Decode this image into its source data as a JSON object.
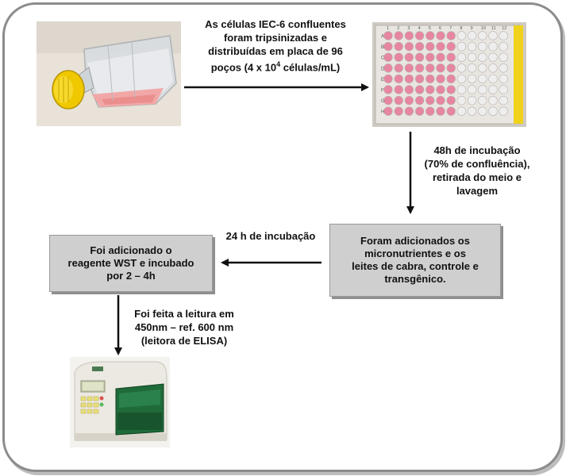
{
  "step1": {
    "lines": [
      "As células IEC-6 confluentes",
      "foram tripsinizadas e",
      "distribuídas em placa de 96"
    ],
    "last_prefix": "poços (4 x 10",
    "last_sup": "4",
    "last_suffix": " células/mL)"
  },
  "step2": {
    "lines": [
      "48h de incubação",
      "(70% de confluência),",
      "retirada do meio e",
      "lavagem"
    ]
  },
  "box_right": {
    "lines": [
      "Foram adicionados os",
      "micronutrientes e os",
      "leites de cabra, controle e",
      "transgênico."
    ]
  },
  "step3": {
    "label": "24 h de incubação"
  },
  "box_left": {
    "lines": [
      "Foi adicionado o",
      "reagente WST e incubado",
      "por 2 – 4h"
    ]
  },
  "step4": {
    "lines": [
      "Foi feita a leitura em",
      "450nm – ref. 600 nm",
      "(leitora de ELISA)"
    ]
  },
  "plate": {
    "row_letters": [
      "A",
      "B",
      "C",
      "D",
      "E",
      "F",
      "G",
      "H"
    ],
    "col_numbers": [
      "1",
      "2",
      "3",
      "4",
      "5",
      "6",
      "7",
      "8",
      "9",
      "10",
      "11",
      "12"
    ],
    "filled_columns": 7
  },
  "colors": {
    "frame": "#8c8c8c",
    "box_fill": "#cfcfcf",
    "well_pink": "#e7879f",
    "well_empty": "#eeeeee",
    "cap_yellow": "#f0c800",
    "medium_pink": "#f2a7a7",
    "reader_green": "#1f6b3a"
  }
}
